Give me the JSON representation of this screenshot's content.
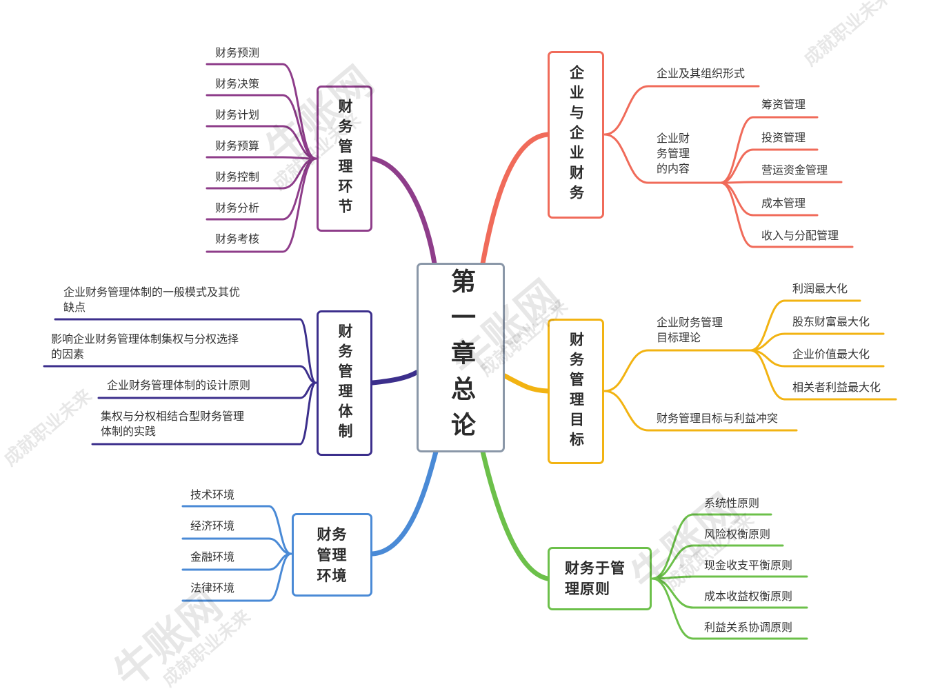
{
  "central": {
    "title": "第一章总论"
  },
  "colors": {
    "huanjie": "#8e3d8a",
    "tizhi": "#3c2f8c",
    "huanjing": "#4a8ad6",
    "qiye": "#f06b5a",
    "mubiao": "#f2b312",
    "yuanze": "#6cc04a",
    "central_border": "#8a97a8"
  },
  "branches": {
    "huanjie": {
      "title": "财务管理环节",
      "items": [
        "财务预测",
        "财务决策",
        "财务计划",
        "财务预算",
        "财务控制",
        "财务分析",
        "财务考核"
      ]
    },
    "tizhi": {
      "title": "财务管理体制",
      "items": [
        "企业财务管理体制的一般模式及其优\n缺点",
        "影响企业财务管理体制集权与分权选择\n的因素",
        "企业财务管理体制的设计原则",
        "集权与分权相结合型财务管理\n体制的实践"
      ]
    },
    "huanjing": {
      "title": "财务\n管理\n环境",
      "items": [
        "技术环境",
        "经济环境",
        "金融环境",
        "法律环境"
      ]
    },
    "qiye": {
      "title": "企业与企业财务",
      "items": [
        "企业及其组织形式",
        "企业财\n务管理\n的内容"
      ],
      "sub": [
        "筹资管理",
        "投资管理",
        "营运资金管理",
        "成本管理",
        "收入与分配管理"
      ]
    },
    "mubiao": {
      "title": "财务管理目标",
      "items": [
        "企业财务管理\n目标理论",
        "财务管理目标与利益冲突"
      ],
      "sub": [
        "利润最大化",
        "股东财富最大化",
        "企业价值最大化",
        "相关者利益最大化"
      ]
    },
    "yuanze": {
      "title": "财务于管\n理原则",
      "items": [
        "系统性原则",
        "风险权衡原则",
        "现金收支平衡原则",
        "成本收益权衡原则",
        "利益关系协调原则"
      ]
    }
  },
  "watermark": {
    "brand": "牛账网",
    "slogan": "成就职业未来"
  }
}
